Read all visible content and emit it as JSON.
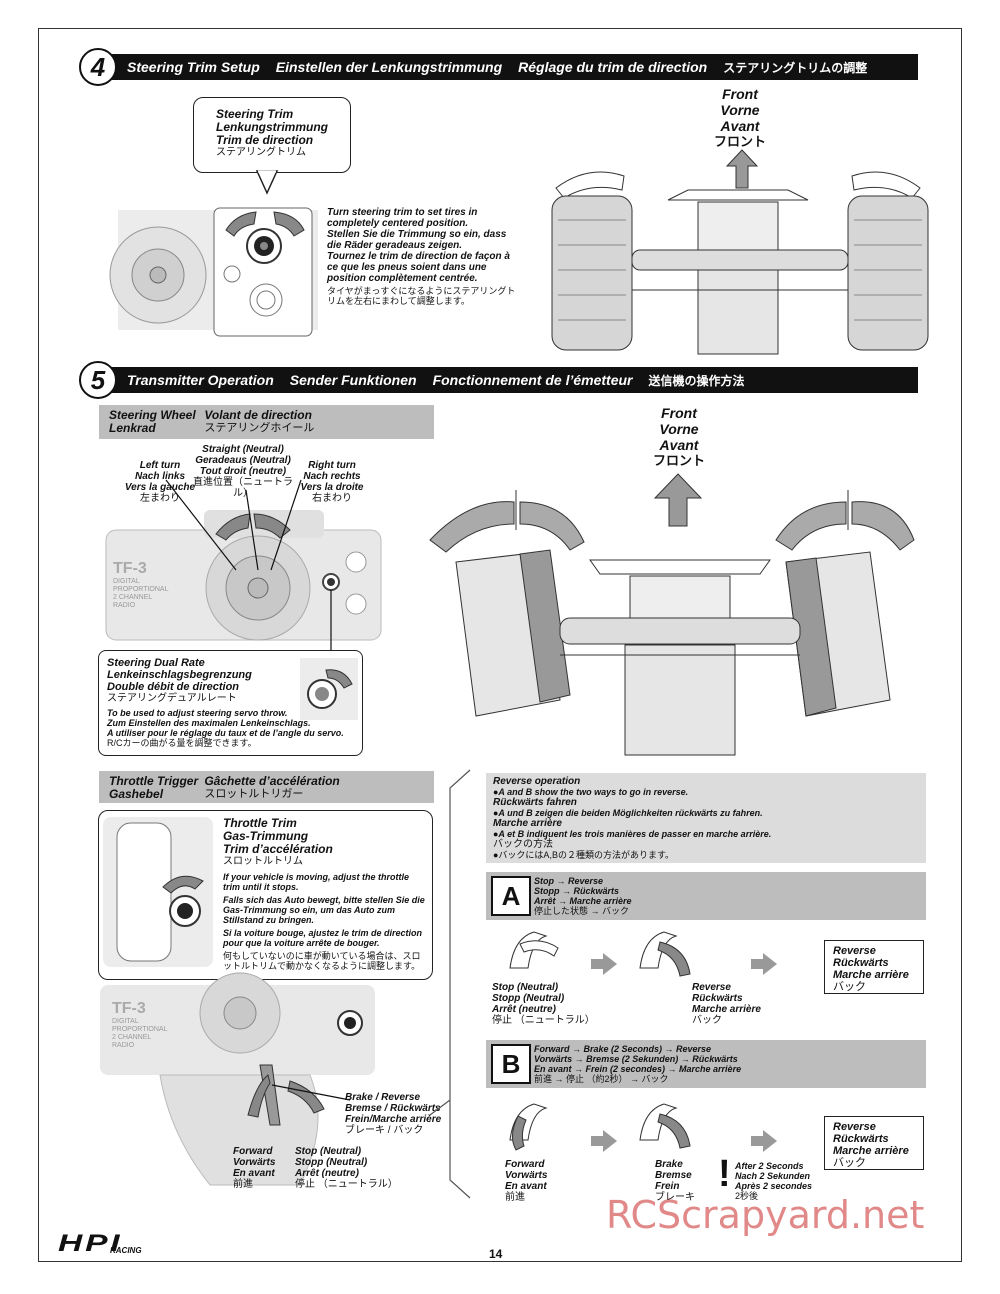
{
  "section4": {
    "number": "4",
    "titles": [
      "Steering Trim Setup",
      "Einstellen der Lenkungstrimmung",
      "Réglage du trim de direction",
      "ステアリングトリムの調整"
    ],
    "callout": [
      "Steering Trim",
      "Lenkungstrimmung",
      "Trim de direction",
      "ステアリングトリム"
    ],
    "instructions": {
      "en": "Turn steering trim to set tires in completely centered position.",
      "de": "Stellen Sie die Trimmung so ein, dass die Räder geradeaus zeigen.",
      "fr": "Tournez le trim de direction de façon à ce que les pneus soient dans une position complètement centrée.",
      "ja": "タイヤがまっすぐになるようにステアリングトリムを左右にまわして調整します。"
    },
    "front": [
      "Front",
      "Vorne",
      "Avant",
      "フロント"
    ]
  },
  "section5": {
    "number": "5",
    "titles": [
      "Transmitter Operation",
      "Sender Funktionen",
      "Fonctionnement de l’émetteur",
      "送信機の操作方法"
    ],
    "steering_wheel": {
      "bar": [
        "Steering Wheel",
        "Lenkrad",
        "Volant de direction",
        "ステアリングホイール"
      ],
      "left": [
        "Left turn",
        "Nach links",
        "Vers la gauche",
        "左まわり"
      ],
      "straight": [
        "Straight (Neutral)",
        "Geradeaus (Neutral)",
        "Tout droit (neutre)",
        "直進位置（ニュートラル）"
      ],
      "right": [
        "Right turn",
        "Nach rechts",
        "Vers la droite",
        "右まわり"
      ],
      "radio_brand": "TF-3",
      "radio_sub": [
        "DIGITAL",
        "PROPORTIONAL",
        "2 CHANNEL RADIO"
      ],
      "dual_rate": [
        "Steering Dual Rate",
        "Lenkeinschlagsbegrenzung",
        "Double débit de direction",
        "ステアリングデュアルレート"
      ],
      "dual_rate_notes": [
        "To be used to adjust steering servo throw.",
        "Zum Einstellen des maximalen Lenkeinschlags.",
        "A utiliser pour le réglage du taux et de l’angle du servo.",
        "R/Cカーの曲がる量を調整できます。"
      ]
    },
    "front": [
      "Front",
      "Vorne",
      "Avant",
      "フロント"
    ],
    "throttle": {
      "bar": [
        "Throttle Trigger",
        "Gashebel",
        "Gâchette d’accélération",
        "スロットルトリガー"
      ],
      "trim": [
        "Throttle Trim",
        "Gas-Trimmung",
        "Trim d’accélération",
        "スロットルトリム"
      ],
      "trim_notes": {
        "en": "If your vehicle is moving, adjust the throttle trim until it stops.",
        "de": "Falls sich das Auto bewegt, bitte stellen Sie die Gas-Trimmung so ein, um das Auto zum Stillstand zu bringen.",
        "fr": "Si la voiture bouge, ajustez le trim de direction pour que la voiture arrête de bouger.",
        "ja": "何もしていないのに車が動いている場合は、スロットルトリムで動かなくなるように調整します。"
      },
      "brake": [
        "Brake / Reverse",
        "Bremse / Rückwärts",
        "Frein/Marche arrière",
        "ブレーキ / バック"
      ],
      "forward": [
        "Forward",
        "Vorwärts",
        "En avant",
        "前進"
      ],
      "stop": [
        "Stop (Neutral)",
        "Stopp (Neutral)",
        "Arrêt (neutre)",
        "停止 （ニュートラル）"
      ]
    },
    "reverse": {
      "lines": [
        {
          "h": "Reverse operation",
          "t": "●A and B show the two ways to go in reverse."
        },
        {
          "h": "Rückwärts fahren",
          "t": "●A und B zeigen die beiden Möglichkeiten rückwärts zu fahren."
        },
        {
          "h": "Marche arrière",
          "t": "●A et B indiquent les trois manières de passer en marche arrière."
        },
        {
          "h": "バックの方法",
          "t": "●バックにはA,Bの２種類の方法があります。"
        }
      ],
      "a": {
        "letter": "A",
        "seq": [
          "Stop → Reverse",
          "Stopp → Rückwärts",
          "Arrêt → Marche arrière",
          "停止した状態 → バック"
        ],
        "stop": [
          "Stop (Neutral)",
          "Stopp (Neutral)",
          "Arrêt (neutre)",
          "停止 （ニュートラル）"
        ],
        "rev": [
          "Reverse",
          "Rückwärts",
          "Marche arrière",
          "バック"
        ],
        "box": [
          "Reverse",
          "Rückwärts",
          "Marche arrière",
          "バック"
        ]
      },
      "b": {
        "letter": "B",
        "seq": [
          "Forward → Brake (2 Seconds) → Reverse",
          "Vorwärts → Bremse (2 Sekunden) → Rückwärts",
          "En avant → Frein (2 secondes) → Marche arrière",
          "前進 → 停止 （約2秒） → バック"
        ],
        "fwd": [
          "Forward",
          "Vorwärts",
          "En avant",
          "前進"
        ],
        "brake": [
          "Brake",
          "Bremse",
          "Frein",
          "ブレーキ"
        ],
        "after": [
          "After 2 Seconds",
          "Nach 2 Sekunden",
          "Après 2 secondes",
          "2秒後"
        ],
        "box": [
          "Reverse",
          "Rückwärts",
          "Marche arrière",
          "バック"
        ]
      }
    }
  },
  "footer": {
    "page_number": "14",
    "logo_text": "HPI",
    "logo_sub": "RACING",
    "watermark": "RCScrapyard.net"
  }
}
